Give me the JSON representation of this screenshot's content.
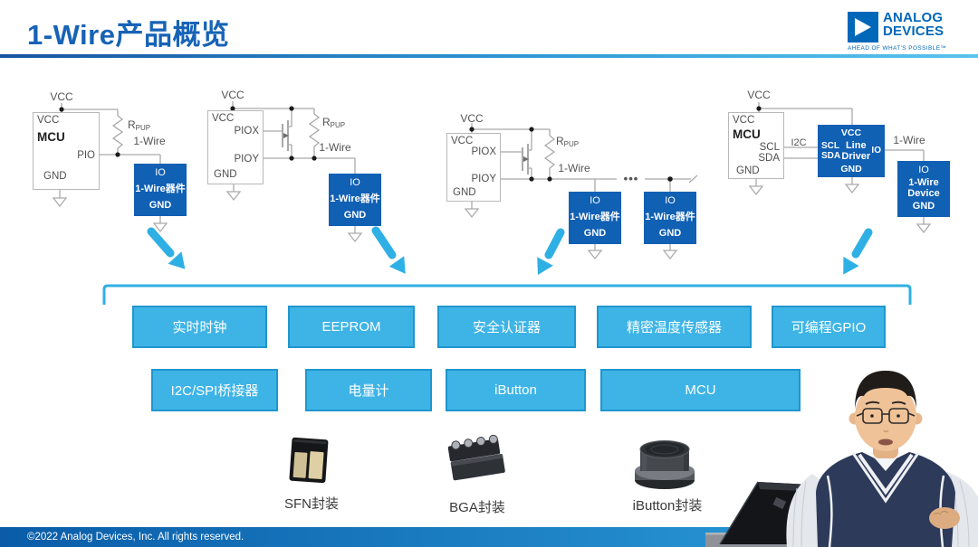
{
  "header": {
    "title": "1-Wire产品概览"
  },
  "logo": {
    "name_line1": "ANALOG",
    "name_line2": "DEVICES",
    "tagline": "AHEAD OF WHAT'S POSSIBLE™"
  },
  "labels": {
    "vcc": "VCC",
    "gnd": "GND",
    "mcu": "MCU",
    "pio": "PIO",
    "piox": "PIOX",
    "pioy": "PIOY",
    "scl": "SCL",
    "sda": "SDA",
    "i2c": "I2C",
    "rpup_main": "R",
    "rpup_sub": "PUP",
    "one_wire": "1-Wire",
    "dots": "•••"
  },
  "device_box": {
    "io": "IO",
    "name_cn": "1-Wire器件",
    "gnd": "GND"
  },
  "line_driver": {
    "vcc": "VCC",
    "scl": "SCL",
    "sda": "SDA",
    "name_line1": "Line",
    "name_line2": "Driver",
    "io": "IO",
    "gnd": "GND"
  },
  "device_box_en": {
    "io": "IO",
    "name_line1": "1-Wire",
    "name_line2": "Device",
    "gnd": "GND"
  },
  "products": {
    "row1": [
      "实时时钟",
      "EEPROM",
      "安全认证器",
      "精密温度传感器",
      "可编程GPIO"
    ],
    "row2": [
      "I2C/SPI桥接器",
      "电量计",
      "iButton",
      "MCU"
    ]
  },
  "packages": {
    "sfn": "SFN封装",
    "bga": "BGA封装",
    "ibutton": "iButton封装"
  },
  "footer": {
    "copyright": "©2022 Analog Devices, Inc. All rights reserved."
  },
  "colors": {
    "accent_light_blue": "#2fb0e4",
    "device_blue": "#1060b4",
    "adi_blue": "#0067b9",
    "title_blue": "#1763b6"
  }
}
